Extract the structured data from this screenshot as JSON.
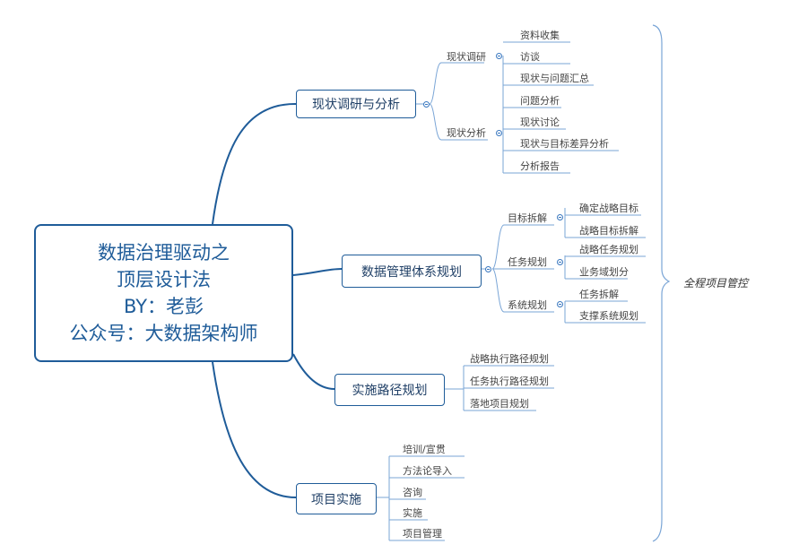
{
  "root": {
    "line1": "数据治理驱动之",
    "line2": "顶层设计法",
    "line3": "BY：老彭",
    "line4": "公众号：大数据架构师"
  },
  "branches": {
    "b1": {
      "label": "现状调研与分析",
      "sub1": {
        "label": "现状调研",
        "items": [
          "资料收集",
          "访谈",
          "现状与问题汇总"
        ]
      },
      "sub2": {
        "label": "现状分析",
        "items": [
          "问题分析",
          "现状讨论",
          "现状与目标差异分析",
          "分析报告"
        ]
      }
    },
    "b2": {
      "label": "数据管理体系规划",
      "sub1": {
        "label": "目标拆解",
        "items": [
          "确定战略目标",
          "战略目标拆解"
        ]
      },
      "sub2": {
        "label": "任务规划",
        "items": [
          "战略任务规划",
          "业务域划分"
        ]
      },
      "sub3": {
        "label": "系统规划",
        "items": [
          "任务拆解",
          "支撑系统规划"
        ]
      }
    },
    "b3": {
      "label": "实施路径规划",
      "items": [
        "战略执行路径规划",
        "任务执行路径规划",
        "落地项目规划"
      ]
    },
    "b4": {
      "label": "项目实施",
      "items": [
        "培训/宣贯",
        "方法论导入",
        "咨询",
        "实施",
        "项目管理"
      ]
    }
  },
  "side_label": "全程项目管控",
  "colors": {
    "main": "#1f5c99",
    "line": "#5b8fc9",
    "toggle": "#3a78c0"
  }
}
